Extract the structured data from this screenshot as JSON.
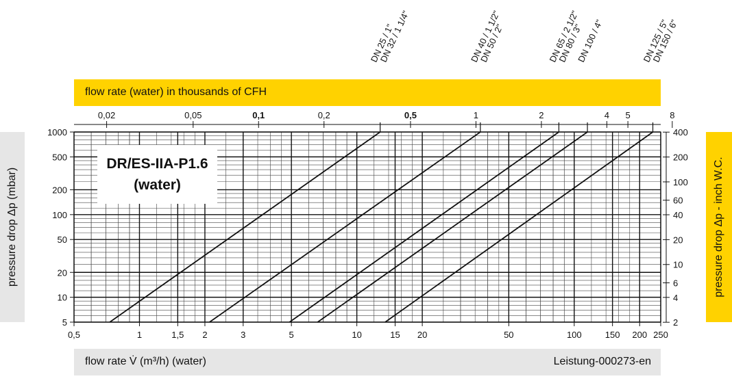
{
  "chart_data": {
    "type": "line",
    "title": "DR/ES-IIA-P1.6",
    "subtitle": "(water)",
    "xlabel": "flow rate V̇ (m³/h) (water)",
    "xlabel_top": "flow rate (water) in thousands of CFH",
    "ylabel": "pressure drop Δp (mbar)",
    "ylabel_right": "pressure drop Δp - inch W.C.",
    "footer_code": "Leistung-000273-en",
    "x_scale": "log",
    "y_scale": "log",
    "xlim": [
      0.5,
      250
    ],
    "ylim": [
      5,
      1000
    ],
    "x_ticks": [
      "0,5",
      "1",
      "1,5",
      "2",
      "3",
      "5",
      "10",
      "15",
      "20",
      "50",
      "100",
      "150",
      "200",
      "250"
    ],
    "y_ticks": [
      "5",
      "10",
      "20",
      "50",
      "100",
      "200",
      "500",
      "1000"
    ],
    "x_top_ticks": [
      {
        "label": "0,02",
        "bold": false
      },
      {
        "label": "0,05",
        "bold": false
      },
      {
        "label": "0,1",
        "bold": true
      },
      {
        "label": "0,2",
        "bold": false
      },
      {
        "label": "0,5",
        "bold": true
      },
      {
        "label": "1",
        "bold": false
      },
      {
        "label": "2",
        "bold": false
      },
      {
        "label": "4",
        "bold": false
      },
      {
        "label": "5",
        "bold": false
      },
      {
        "label": "8",
        "bold": false
      }
    ],
    "y_right_ticks": [
      "2",
      "4",
      "6",
      "10",
      "20",
      "40",
      "60",
      "100",
      "200",
      "400"
    ],
    "grid": true,
    "series": [
      {
        "name": "DN 25 / 1\"",
        "name2": "DN 32 / 1 1/4\"",
        "x": [
          0.73,
          12.8
        ],
        "y": [
          5,
          1000
        ]
      },
      {
        "name": "DN 40 / 1 1/2\"",
        "name2": "DN 50 / 2\"",
        "x": [
          2.1,
          37
        ],
        "y": [
          5,
          1000
        ]
      },
      {
        "name": "DN 65 / 2 1/2\"",
        "name2": "DN 80 / 3\"",
        "x": [
          4.9,
          85
        ],
        "y": [
          5,
          1000
        ]
      },
      {
        "name": "DN 100 / 4\"",
        "name2": "",
        "x": [
          6.6,
          115
        ],
        "y": [
          5,
          1000
        ]
      },
      {
        "name": "DN 125 / 5\"",
        "name2": "DN 150 / 6\"",
        "x": [
          13.5,
          230
        ],
        "y": [
          5,
          1000
        ]
      }
    ]
  },
  "colors": {
    "accent": "#FFD200",
    "panel": "#e6e6e6",
    "ink": "#111111"
  }
}
